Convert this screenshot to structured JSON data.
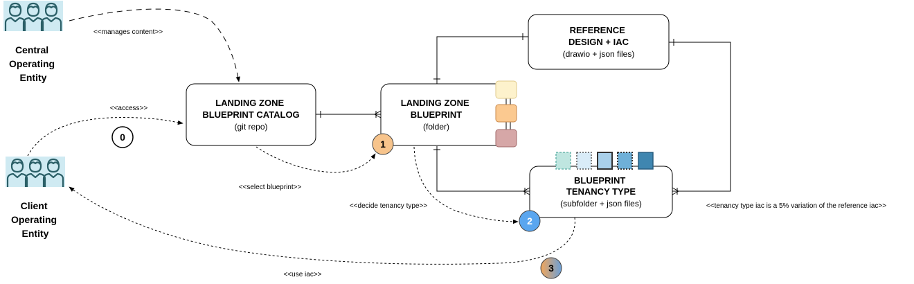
{
  "actors": {
    "central": {
      "name_lines": [
        "Central",
        "Operating",
        "Entity"
      ]
    },
    "client": {
      "name_lines": [
        "Client",
        "Operating",
        "Entity"
      ]
    }
  },
  "boxes": {
    "catalog": {
      "title_lines": [
        "LANDING ZONE",
        "BLUEPRINT CATALOG"
      ],
      "subtitle": "(git repo)"
    },
    "blueprint": {
      "title_lines": [
        "LANDING ZONE",
        "BLUEPRINT"
      ],
      "subtitle": "(folder)"
    },
    "reference": {
      "title_lines": [
        "REFERENCE",
        "DESIGN + IAC"
      ],
      "subtitle": "(drawio + json files)"
    },
    "tenancy": {
      "title_lines": [
        "BLUEPRINT",
        "TENANCY TYPE"
      ],
      "subtitle": "(subfolder + json files)"
    }
  },
  "edge_labels": {
    "manages": "<<manages content>>",
    "access": "<<access>>",
    "select": "<<select blueprint>>",
    "decide": "<<decide tenancy type>>",
    "use_iac": "<<use iac>>",
    "variation": "<<tenancy type iac is a 5% variation of the reference iac>>"
  },
  "steps": {
    "s0": "0",
    "s1": "1",
    "s2": "2",
    "s3": "3"
  },
  "colors": {
    "actor_bg": "#cfeaf2",
    "actor_icon": "#2b5f67",
    "step1": "#f7c48c",
    "step2": "#5aa6ef",
    "step3_left": "#f2a65a",
    "step3_right": "#6a9fd8",
    "blueprint_swatches": [
      "#fdf2cc",
      "#fbc990",
      "#d6a7a7"
    ],
    "tenancy_swatches": [
      "#bfe6e0",
      "#d9ecf8",
      "#a9d0ea",
      "#6fb0d8",
      "#3f86b0"
    ]
  }
}
